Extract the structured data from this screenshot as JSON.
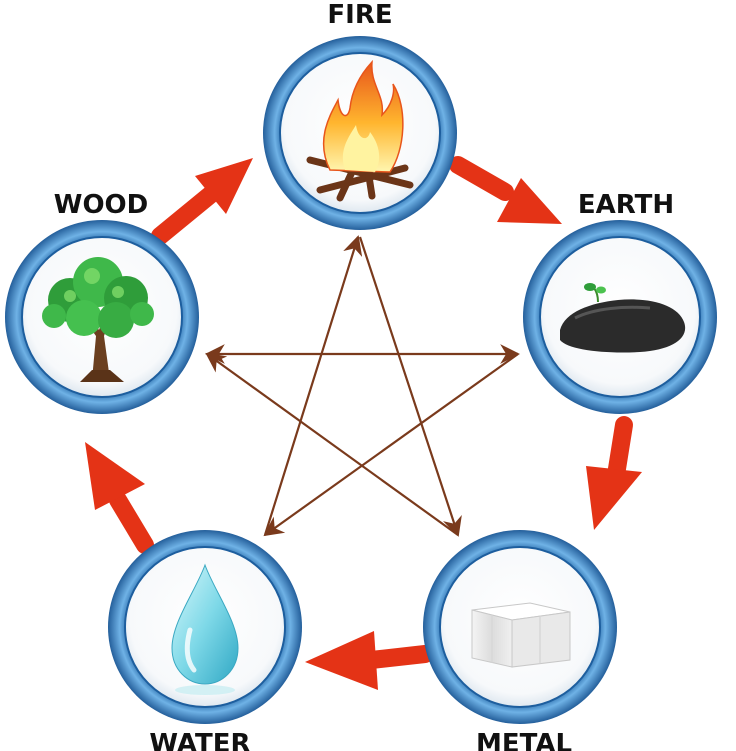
{
  "elements": {
    "fire": {
      "label": "FIRE",
      "icon": "fire-icon"
    },
    "earth": {
      "label": "EARTH",
      "icon": "rock-sprout-icon"
    },
    "metal": {
      "label": "METAL",
      "icon": "metal-block-icon"
    },
    "water": {
      "label": "WATER",
      "icon": "water-drop-icon"
    },
    "wood": {
      "label": "WOOD",
      "icon": "tree-icon"
    }
  },
  "generating_cycle": [
    "WOOD",
    "FIRE",
    "EARTH",
    "METAL",
    "WATER",
    "WOOD"
  ],
  "overcoming_cycle": [
    "WOOD",
    "EARTH",
    "WATER",
    "FIRE",
    "METAL",
    "WOOD"
  ],
  "colors": {
    "ring_dark": "#2a6fae",
    "ring_light": "#5ea6dd",
    "cycle_arrow": "#e43316",
    "star_line": "#7a3a1c"
  }
}
